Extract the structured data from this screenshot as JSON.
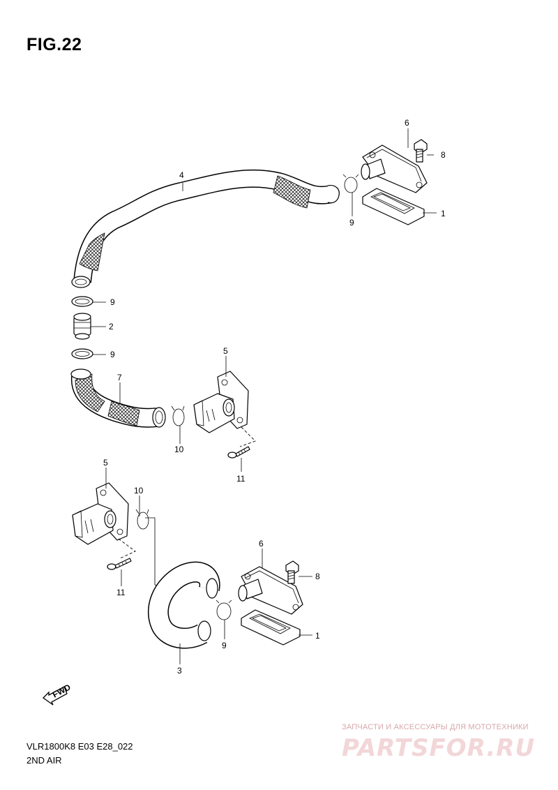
{
  "figure": {
    "title": "FIG.22",
    "code": "VLR1800K8 E03 E28_022",
    "name": "2ND AIR"
  },
  "fwd_label": "FWD",
  "watermark": {
    "top": "ЗАПЧАСТИ И АКСЕССУАРЫ ДЛЯ МОТОТЕХНИКИ",
    "logo": "PARTSFOR.RU"
  },
  "callouts": {
    "c1a": "1",
    "c1b": "1",
    "c2": "2",
    "c3": "3",
    "c4": "4",
    "c5a": "5",
    "c5b": "5",
    "c6a": "6",
    "c6b": "6",
    "c7": "7",
    "c8a": "8",
    "c8b": "8",
    "c9a": "9",
    "c9b": "9",
    "c9c": "9",
    "c9d": "9",
    "c10a": "10",
    "c10b": "10",
    "c11a": "11",
    "c11b": "11"
  }
}
